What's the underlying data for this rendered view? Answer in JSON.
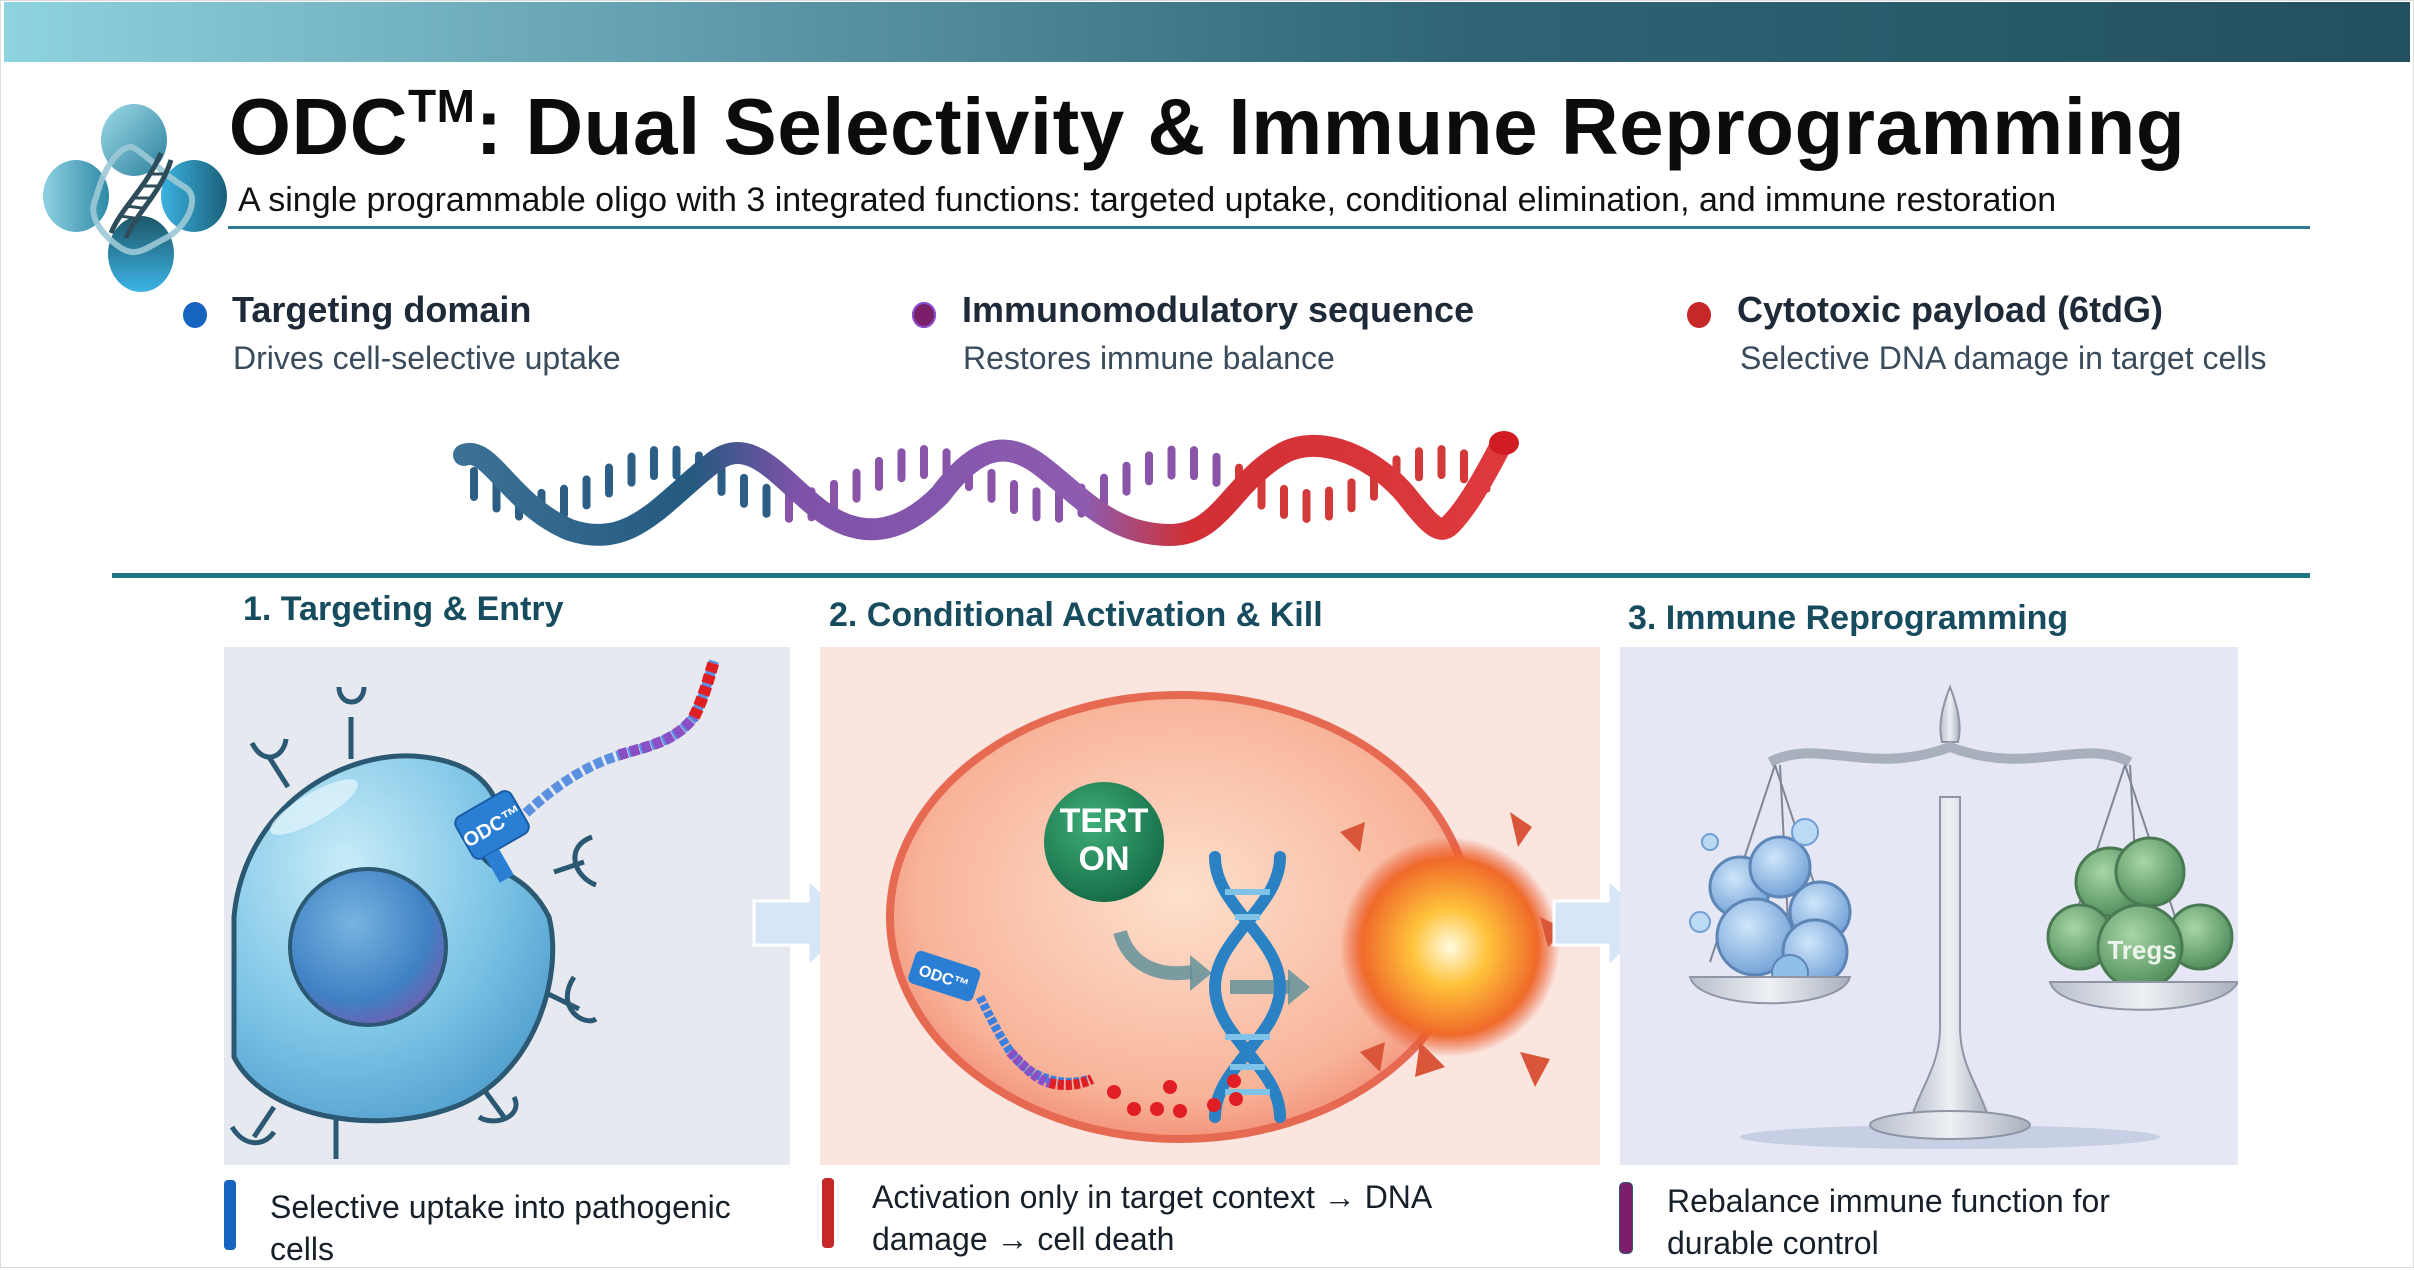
{
  "header": {
    "title_main": "ODC",
    "title_sup": "TM",
    "title_rest": ": Dual Selectivity & Immune Reprogramming",
    "subtitle": "A single programmable oligo with 3 integrated functions: targeted uptake, conditional elimination, and immune restoration",
    "bar_color_start": "#8fd2e0",
    "bar_color_end": "#22505f"
  },
  "logo": {
    "icon": "dna-molecule-logo"
  },
  "legend": [
    {
      "title": "Targeting domain",
      "subtitle": "Drives cell-selective uptake",
      "color": "#1565c0"
    },
    {
      "title": "Immunomodulatory sequence",
      "subtitle": "Restores immune balance",
      "color": "#7b1f6a"
    },
    {
      "title": "Cytotoxic payload (6tdG)",
      "subtitle": "Selective DNA damage in target cells",
      "color": "#c62828"
    }
  ],
  "strand": {
    "icon": "oligo-strand",
    "colors": [
      "#2d5f86",
      "#8a55a8",
      "#d23a3a"
    ]
  },
  "steps": [
    {
      "heading": "1. Targeting & Entry",
      "caption": "Selective uptake into pathogenic cells",
      "bar_color": "#1565c0",
      "key_label": "ODC™"
    },
    {
      "heading": "2. Conditional Activation & Kill",
      "caption": "Activation only in target context → DNA damage → cell death",
      "bar_color": "#c62828",
      "badge_line1": "TERT",
      "badge_line2": "ON",
      "key_label": "ODC™"
    },
    {
      "heading": "3. Immune Reprogramming",
      "caption": "Rebalance immune function for durable control",
      "bar_color": "#7b1f6a",
      "treg_label": "Tregs"
    }
  ],
  "accent": "#1f7383",
  "heading_color": "#174c5f"
}
